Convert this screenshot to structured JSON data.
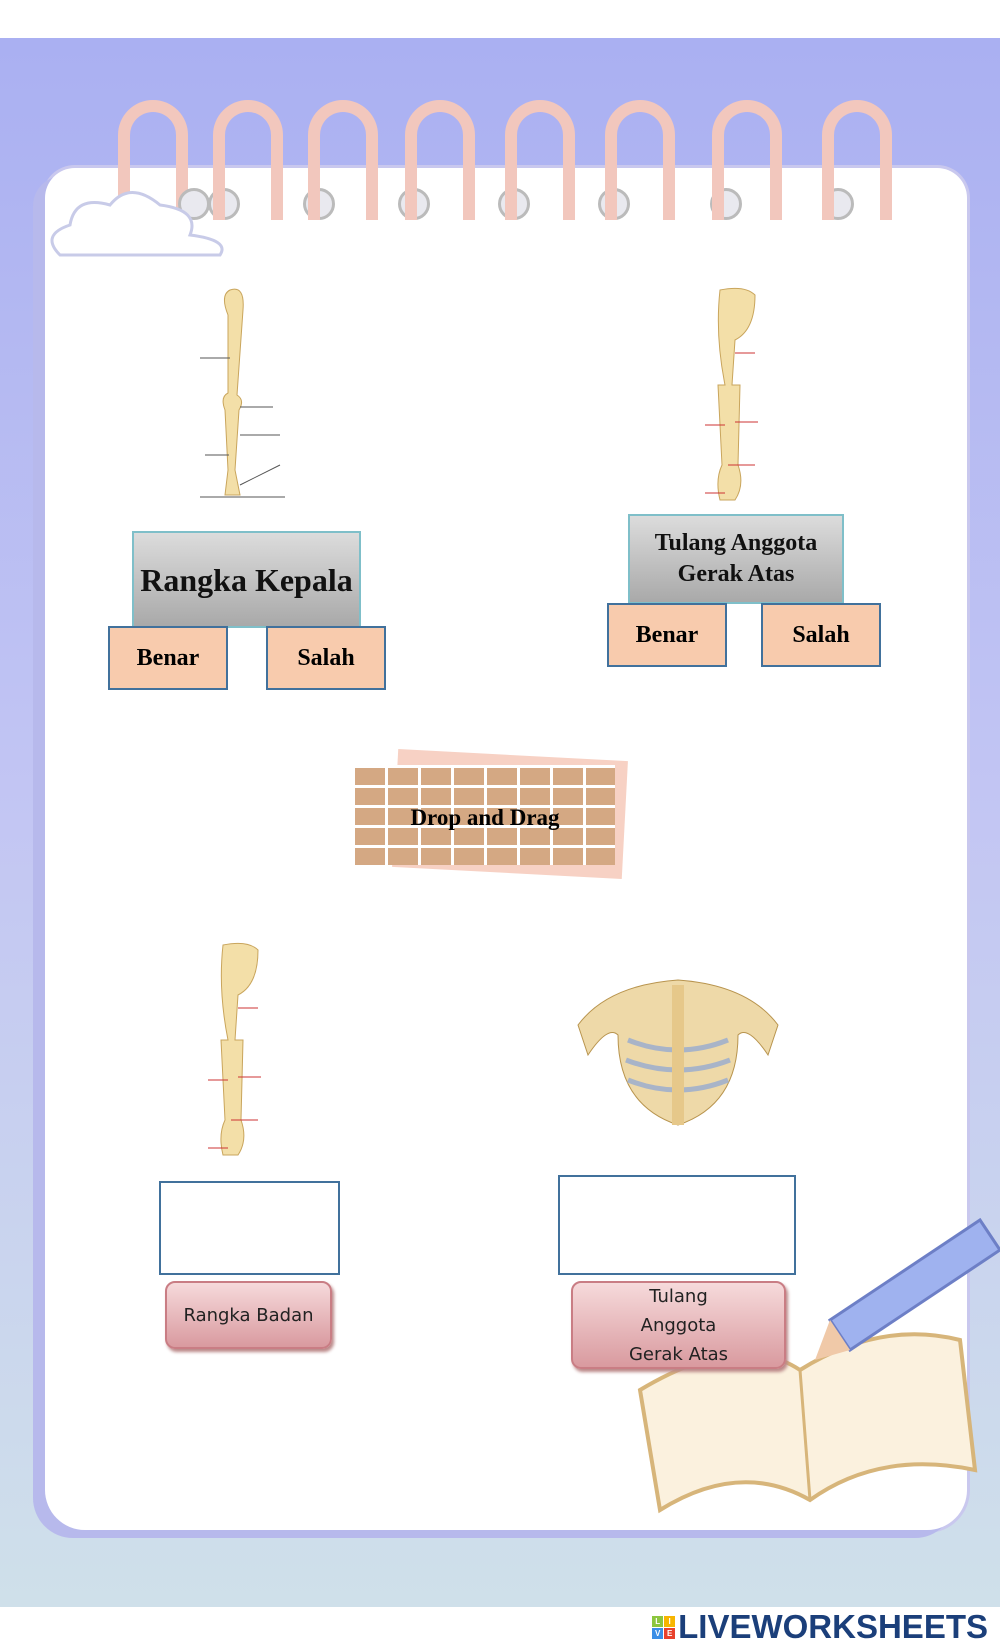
{
  "question1": {
    "title": "Rangka Kepala",
    "options": [
      "Benar",
      "Salah"
    ]
  },
  "question2": {
    "title": "Tulang Anggota Gerak Atas",
    "options": [
      "Benar",
      "Salah"
    ]
  },
  "section_label": "Drop and Drag",
  "drag_items": [
    "Rangka Badan",
    "Tulang Anggota Gerak Atas"
  ],
  "logo": {
    "text": "LIVEWORKSHEETS",
    "letters": [
      "L",
      "I",
      "V",
      "E"
    ]
  },
  "colors": {
    "option_fill": "#f8cbad",
    "option_border": "#41719c",
    "background": "#aab0f2"
  }
}
